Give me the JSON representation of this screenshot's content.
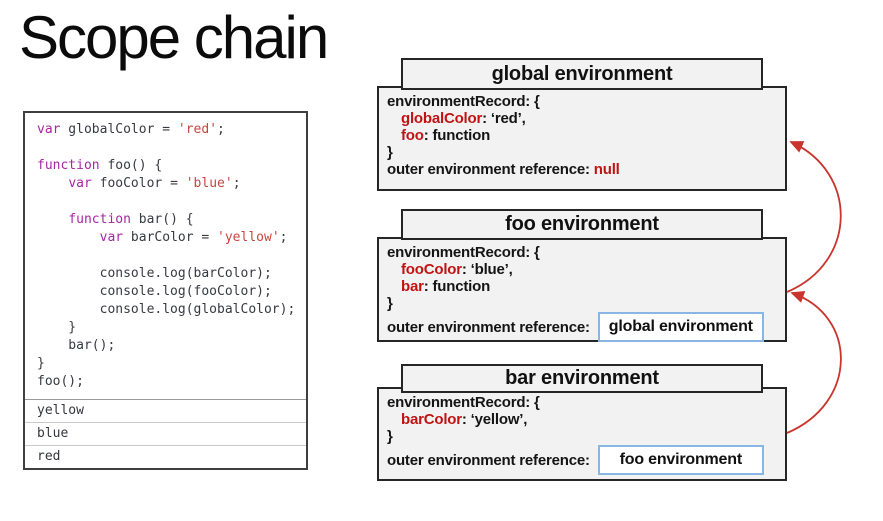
{
  "title": "Scope chain",
  "colors": {
    "keyword": "#a626a4",
    "string": "#c5473e",
    "codetext": "#383a42",
    "red": "#c01414",
    "arrow": "#c9342c",
    "fill": "#f2f2f2",
    "blue": "#8ab6e3"
  },
  "code_panel": {
    "lines": [
      [
        {
          "t": "var",
          "c": "k"
        },
        {
          "t": " globalColor = ",
          "c": "d"
        },
        {
          "t": "'red'",
          "c": "s"
        },
        {
          "t": ";",
          "c": "d"
        }
      ],
      [],
      [
        {
          "t": "function",
          "c": "k"
        },
        {
          "t": " foo() {",
          "c": "d"
        }
      ],
      [
        {
          "t": "    ",
          "c": "d"
        },
        {
          "t": "var",
          "c": "k"
        },
        {
          "t": " fooColor = ",
          "c": "d"
        },
        {
          "t": "'blue'",
          "c": "s"
        },
        {
          "t": ";",
          "c": "d"
        }
      ],
      [],
      [
        {
          "t": "    ",
          "c": "d"
        },
        {
          "t": "function",
          "c": "k"
        },
        {
          "t": " bar() {",
          "c": "d"
        }
      ],
      [
        {
          "t": "        ",
          "c": "d"
        },
        {
          "t": "var",
          "c": "k"
        },
        {
          "t": " barColor = ",
          "c": "d"
        },
        {
          "t": "'yellow'",
          "c": "s"
        },
        {
          "t": ";",
          "c": "d"
        }
      ],
      [],
      [
        {
          "t": "        console.log(barColor);",
          "c": "d"
        }
      ],
      [
        {
          "t": "        console.log(fooColor);",
          "c": "d"
        }
      ],
      [
        {
          "t": "        console.log(globalColor);",
          "c": "d"
        }
      ],
      [
        {
          "t": "    }",
          "c": "d"
        }
      ],
      [
        {
          "t": "    bar();",
          "c": "d"
        }
      ],
      [
        {
          "t": "}",
          "c": "d"
        }
      ],
      [
        {
          "t": "foo();",
          "c": "d"
        }
      ]
    ],
    "outputs": [
      "yellow",
      "blue",
      "red"
    ]
  },
  "environments": {
    "global": {
      "title": "global environment",
      "record_open": "environmentRecord: {",
      "entries": [
        {
          "key": "globalColor",
          "rest": ": ‘red’,"
        },
        {
          "key": "foo",
          "rest": ": function"
        }
      ],
      "record_close": "}",
      "outer_label": "outer environment reference: ",
      "outer_value": "null"
    },
    "foo": {
      "title": "foo environment",
      "record_open": "environmentRecord: {",
      "entries": [
        {
          "key": "fooColor",
          "rest": ": ‘blue’,"
        },
        {
          "key": "bar",
          "rest": ": function"
        }
      ],
      "record_close": "}",
      "outer_label": "outer environment reference:",
      "outer_ref": "global environment"
    },
    "bar": {
      "title": "bar environment",
      "record_open": "environmentRecord: {",
      "entries": [
        {
          "key": "barColor",
          "rest": ": ‘yellow’,"
        }
      ],
      "record_close": "}",
      "outer_label": "outer environment reference:",
      "outer_ref": "foo environment"
    }
  }
}
